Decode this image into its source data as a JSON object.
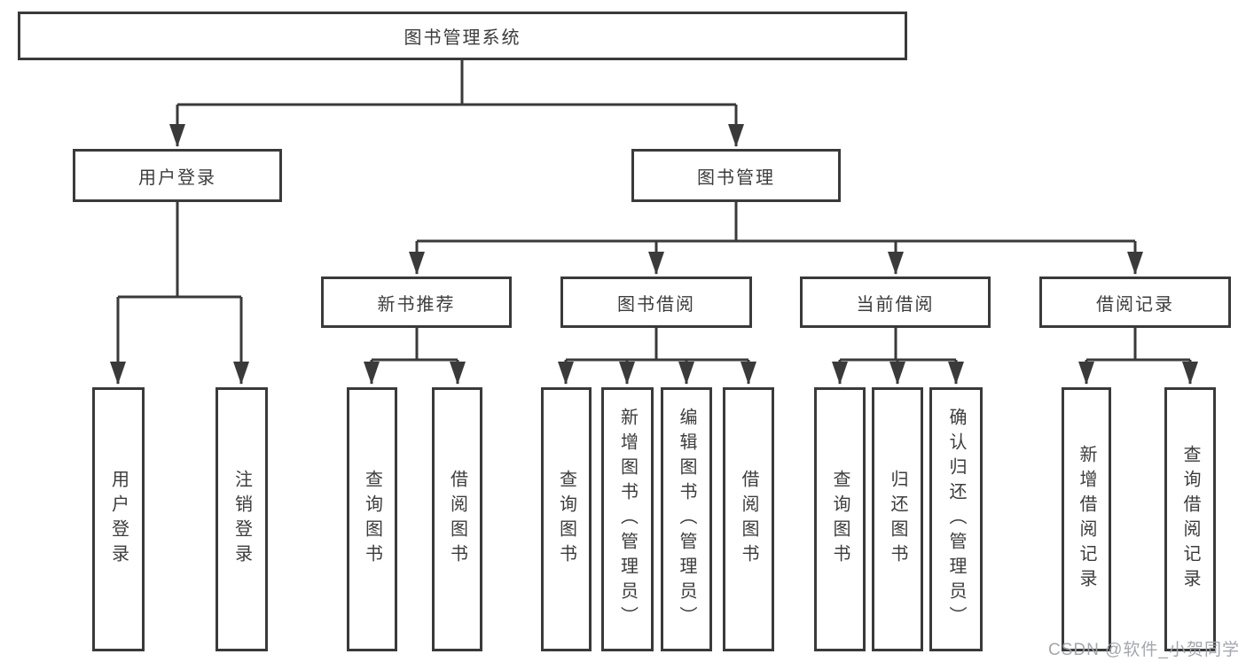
{
  "diagram": {
    "root": "图书管理系统",
    "branches": {
      "user_login": "用户登录",
      "book_mgmt": "图书管理"
    },
    "modules": {
      "new_books": "新书推荐",
      "book_borrow": "图书借阅",
      "current_borrow": "当前借阅",
      "borrow_records": "借阅记录"
    },
    "leaves": {
      "user_login": [
        "用户登录",
        "注销登录"
      ],
      "new_books": [
        "查询图书",
        "借阅图书"
      ],
      "book_borrow": [
        "查询图书",
        "新增图书（管理员）",
        "编辑图书（管理员）",
        "借阅图书"
      ],
      "current_borrow": [
        "查询图书",
        "归还图书",
        "确认归还（管理员）"
      ],
      "borrow_records": [
        "新增借阅记录",
        "查询借阅记录"
      ]
    }
  },
  "watermark": "CSDN @软件_小贺同学",
  "colors": {
    "line": "#3a3a3a",
    "text": "#3c3c3c",
    "watermark": "#9ea2aa",
    "background": "#ffffff"
  }
}
